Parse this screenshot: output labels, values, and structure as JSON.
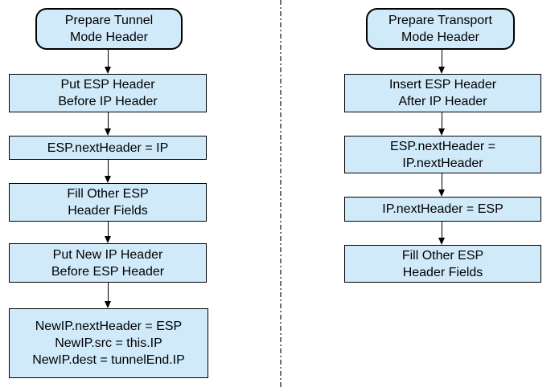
{
  "colors": {
    "background": "#ffffff",
    "box_fill": "#d0eafa",
    "box_border": "#000000",
    "arrow": "#000000",
    "divider": "#6f6f6f"
  },
  "tunnel_flow": {
    "nodes": [
      {
        "type": "terminator",
        "lines": [
          "Prepare Tunnel",
          "Mode Header"
        ]
      },
      {
        "type": "process",
        "lines": [
          "Put ESP Header",
          "Before IP Header"
        ]
      },
      {
        "type": "process",
        "lines": [
          "ESP.nextHeader = IP"
        ]
      },
      {
        "type": "process",
        "lines": [
          "Fill Other ESP",
          "Header Fields"
        ]
      },
      {
        "type": "process",
        "lines": [
          "Put New IP Header",
          "Before ESP Header"
        ]
      },
      {
        "type": "process",
        "lines": [
          "NewIP.nextHeader = ESP",
          "NewIP.src = this.IP",
          "NewIP.dest = tunnelEnd.IP"
        ]
      }
    ]
  },
  "transport_flow": {
    "nodes": [
      {
        "type": "terminator",
        "lines": [
          "Prepare Transport",
          "Mode Header"
        ]
      },
      {
        "type": "process",
        "lines": [
          "Insert ESP Header",
          "After IP Header"
        ]
      },
      {
        "type": "process",
        "lines": [
          "ESP.nextHeader =",
          "IP.nextHeader"
        ]
      },
      {
        "type": "process",
        "lines": [
          "IP.nextHeader = ESP"
        ]
      },
      {
        "type": "process",
        "lines": [
          "Fill Other ESP",
          "Header Fields"
        ]
      }
    ]
  }
}
